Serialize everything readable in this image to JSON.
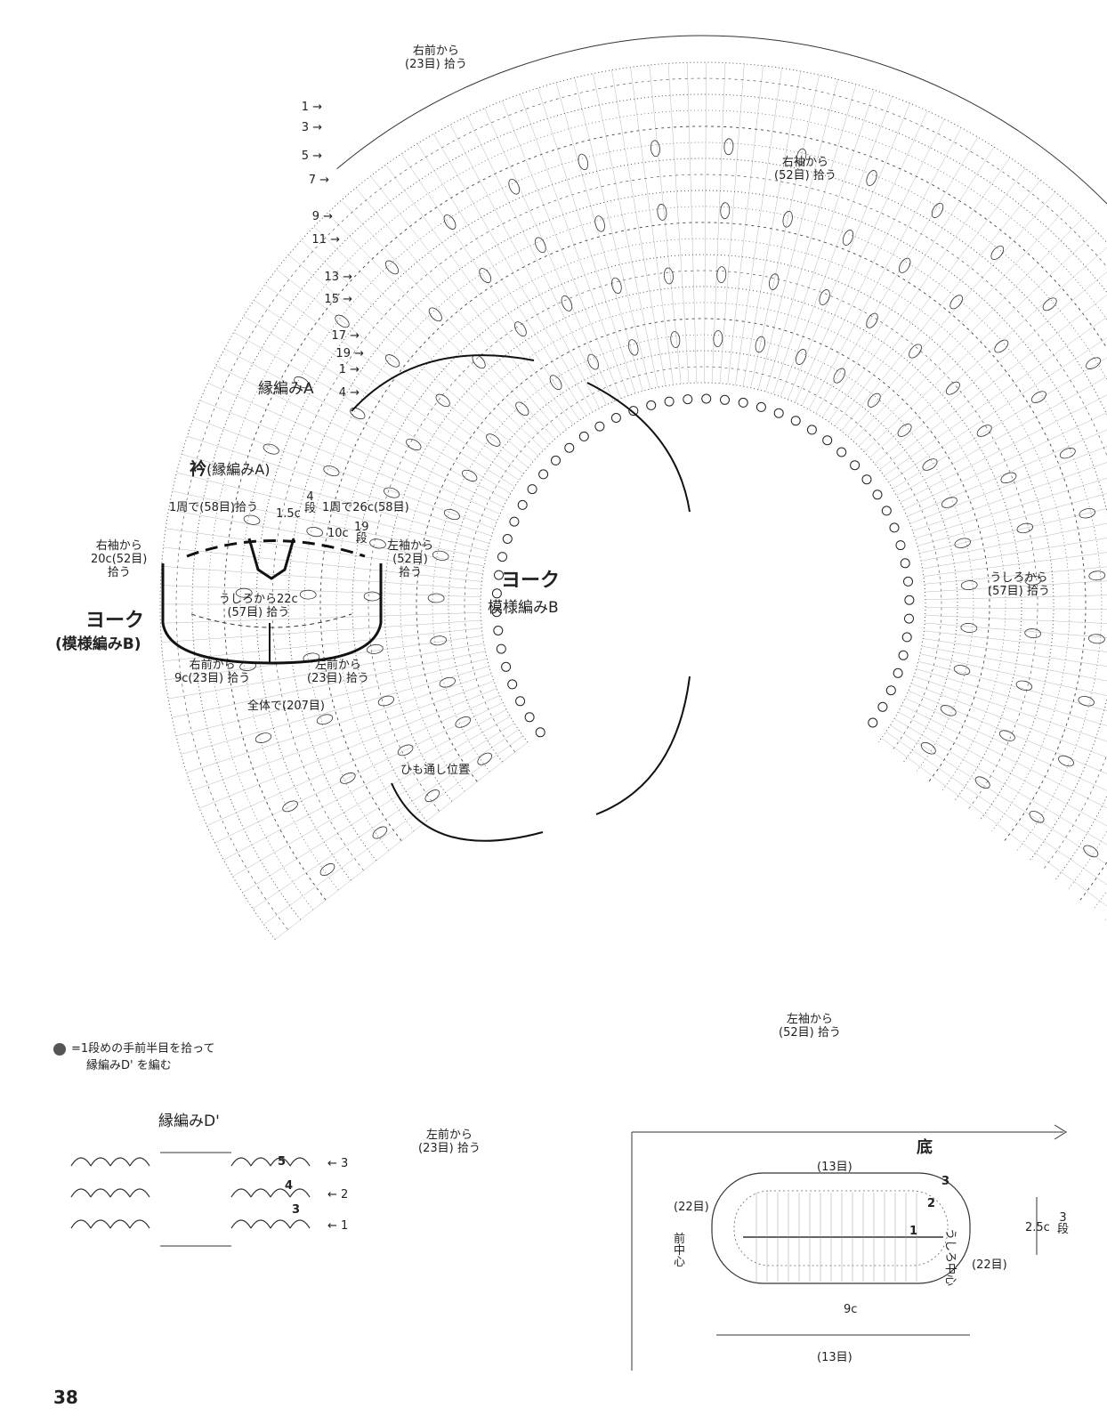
{
  "yoke": {
    "title": "ヨーク",
    "subtitle": "模様編みB",
    "label_right_front": [
      "右前から",
      "(23目) 拾う"
    ],
    "label_right_sleeve": [
      "右袖から",
      "(52目) 拾う"
    ],
    "label_back": [
      "うしろから",
      "(57目) 拾う"
    ],
    "label_left_sleeve": [
      "左袖から",
      "(52目) 拾う"
    ],
    "label_left_front": [
      "左前から",
      "(23目) 拾う"
    ],
    "label_cord": "ひも通し位置",
    "label_edging_a": "縁編みA",
    "row_numbers": [
      "1",
      "3",
      "5",
      "7",
      "9",
      "11",
      "13",
      "15",
      "17",
      "19"
    ],
    "edging_rows": [
      "1",
      "4"
    ]
  },
  "collar_schematic": {
    "title": "衿",
    "title_sub": "(縁編みA)",
    "l1": "1周で(58目)拾う",
    "l2": "1.5c",
    "l3": "4",
    "l3b": "段",
    "l4": "1周で26c(58目)",
    "l5": "10c",
    "l6": "19",
    "l6b": "段",
    "l7": [
      "右袖から",
      "20c(52目)",
      "拾う"
    ],
    "l8": [
      "左袖から",
      "(52目)",
      "拾う"
    ],
    "l9": [
      "うしろから22c",
      "(57目) 拾う"
    ],
    "l10": "ヨーク",
    "l11": "(模様編みB)",
    "l12": [
      "右前から",
      "9c(23目) 拾う"
    ],
    "l13": [
      "左前から",
      "(23目) 拾う"
    ],
    "l14": "全体で(207目)"
  },
  "legend": {
    "line1": "=1段めの手前半目を拾って",
    "line2": "縁編みD' を編む"
  },
  "edging_d": {
    "title": "縁編みD'",
    "rows": [
      "3",
      "2",
      "1"
    ],
    "inner": [
      "5",
      "4",
      "3"
    ]
  },
  "base": {
    "title": "底",
    "top": "(13目)",
    "left": "(22目)",
    "right": "(22目)",
    "front_center": [
      "前",
      "中",
      "心"
    ],
    "back_center": [
      "うしろ中心"
    ],
    "height": "2.5c",
    "height_rows": [
      "3",
      "段"
    ],
    "width": "9c",
    "bottom": "(13目)",
    "round_nums": [
      "1",
      "2",
      "3"
    ]
  },
  "page_number": "38"
}
